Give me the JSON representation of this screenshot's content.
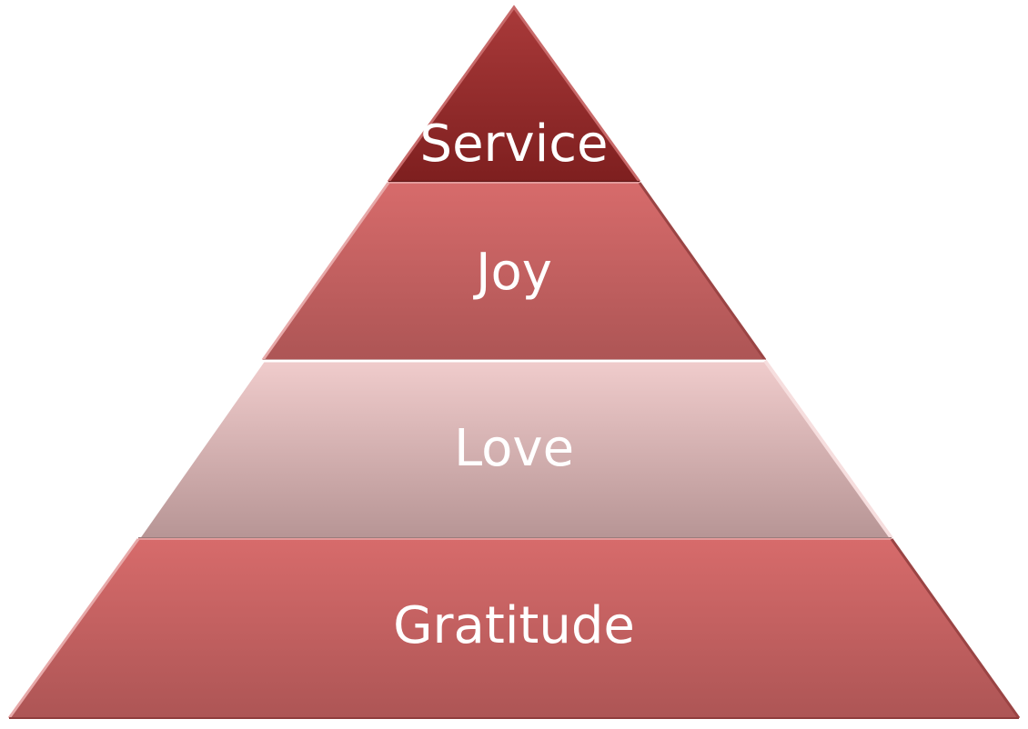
{
  "pyramid": {
    "tiers": [
      {
        "label": "Service"
      },
      {
        "label": "Joy"
      },
      {
        "label": "Love"
      },
      {
        "label": "Gratitude"
      }
    ]
  }
}
